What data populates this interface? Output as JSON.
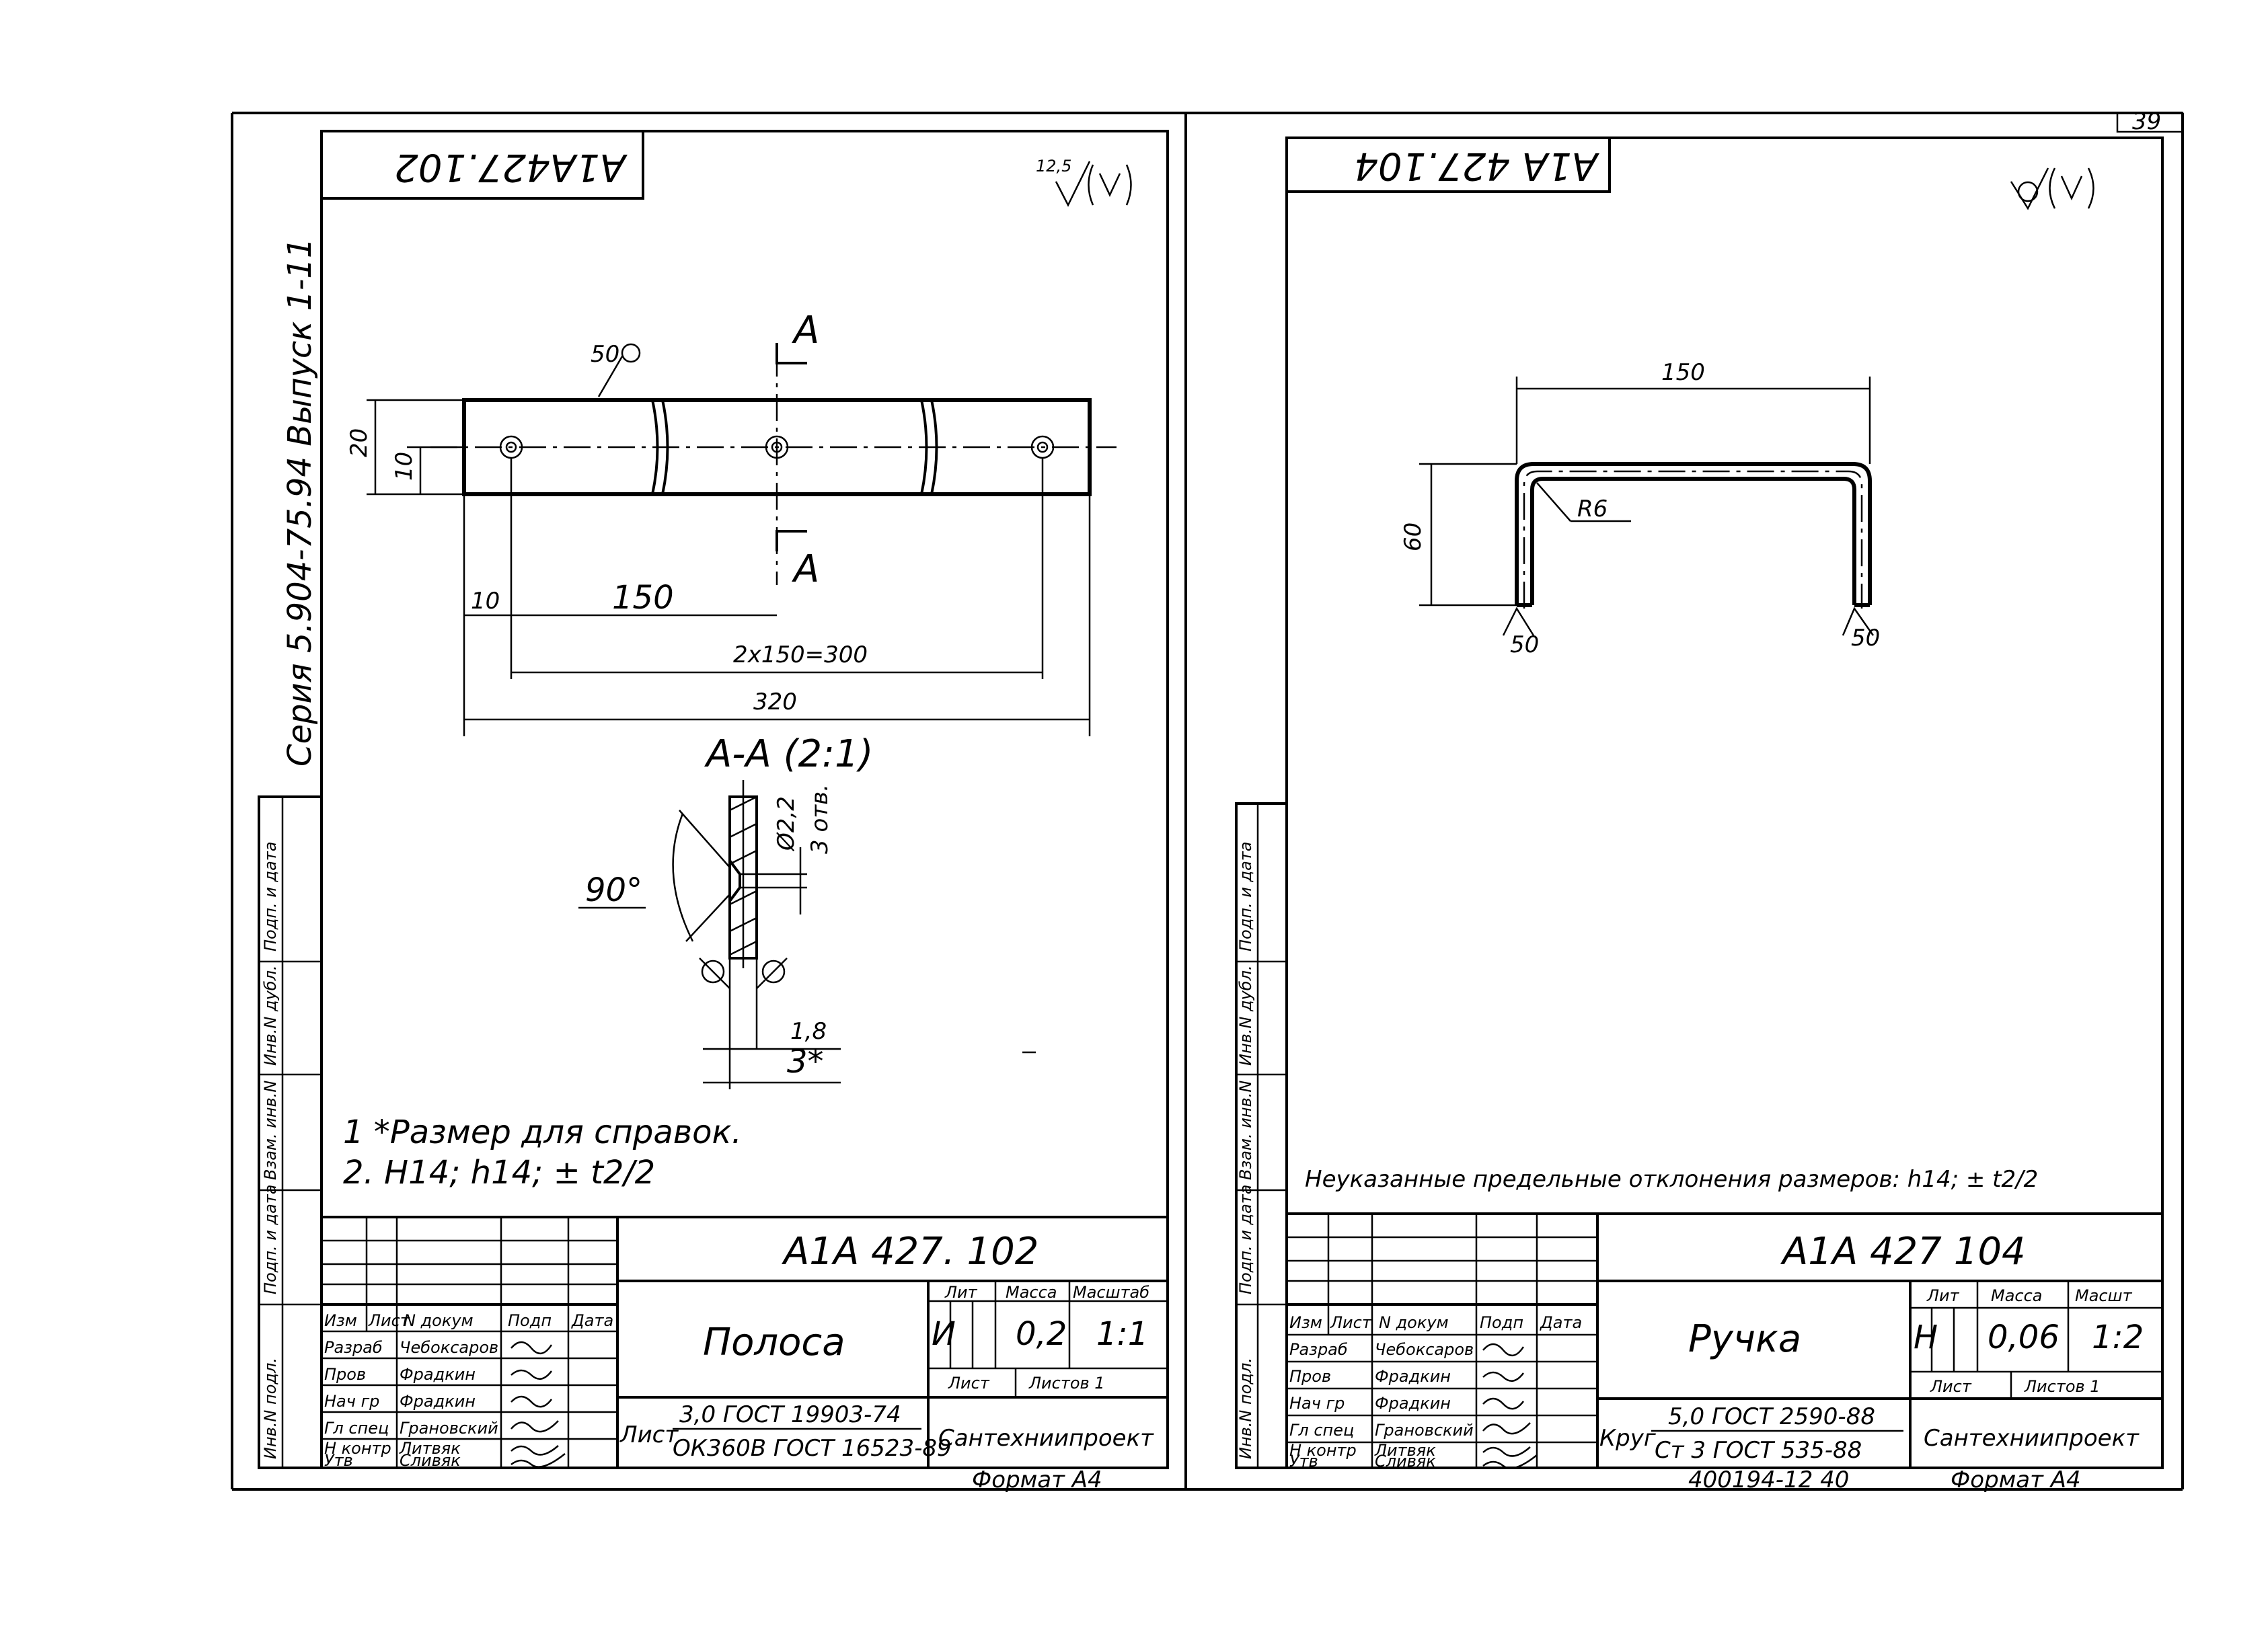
{
  "page_number": "39",
  "series_margin": "Серия 5.904-75.94  Выпуск 1-11",
  "side_stamp_labels": [
    "Инв.N подл.",
    "Подп. и дата",
    "Взам. инв.N",
    "Инв.N дубл.",
    "Подп. и дата"
  ],
  "left_sheet": {
    "rotated_code": "А1А427.102",
    "roughness_value": "12,5",
    "dims": {
      "weld_size": "50",
      "section_mark": "А",
      "height": "20",
      "hole_offset_y": "10",
      "edge_offset": "10",
      "pitch": "150",
      "holes_span": "2х150=300",
      "length": "320",
      "section_title": "А-А (2:1)",
      "angle": "90°",
      "hole_dia": "Ø2,2",
      "hole_count": "3 отв.",
      "thickness": "1,8",
      "ref_size": "3*"
    },
    "notes": [
      "1 *Размер для справок.",
      "2. Н14; h14; ± t2/2"
    ],
    "title_block": {
      "code": "А1А 427. 102",
      "name": "Полоса",
      "col_headers": [
        "Изм",
        "Лист",
        "N докум",
        "Подп",
        "Дата"
      ],
      "rows": [
        {
          "role": "Разраб",
          "name": "Чебоксаров"
        },
        {
          "role": "Пров",
          "name": "Фрадкин"
        },
        {
          "role": "Нач гр",
          "name": "Фрадкин"
        },
        {
          "role": "Гл спец",
          "name": "Грановский"
        },
        {
          "role": "Н контр",
          "name": "Литвяк"
        },
        {
          "role": "Утв",
          "name": "Сливяк"
        }
      ],
      "lit_label": "Лит",
      "mass_label": "Масса",
      "scale_label": "Масштаб",
      "lit_value": "И",
      "mass_value": "0,2",
      "scale_value": "1:1",
      "sheet_label": "Лист",
      "sheets_label": "Листов 1",
      "material_prefix": "Лист",
      "material_top": "3,0 ГОСТ 19903-74",
      "material_bottom": "ОК360В ГОСТ 16523-89",
      "org": "Сантехниипроект",
      "format": "Формат А4"
    }
  },
  "right_sheet": {
    "rotated_code": "А1А 427.104",
    "dims": {
      "width": "150",
      "height": "60",
      "radius": "R6",
      "weld_left": "50",
      "weld_right": "50"
    },
    "note": "Неуказанные предельные отклонения размеров: h14; ± t2/2",
    "title_block": {
      "code": "А1А 427 104",
      "name": "Ручка",
      "col_headers": [
        "Изм",
        "Лист",
        "N докум",
        "Подп",
        "Дата"
      ],
      "rows": [
        {
          "role": "Разраб",
          "name": "Чебоксаров"
        },
        {
          "role": "Пров",
          "name": "Фрадкин"
        },
        {
          "role": "Нач гр",
          "name": "Фрадкин"
        },
        {
          "role": "Гл спец",
          "name": "Грановский"
        },
        {
          "role": "Н контр",
          "name": "Литвяк"
        },
        {
          "role": "Утв",
          "name": "Сливяк"
        }
      ],
      "lit_label": "Лит",
      "mass_label": "Масса",
      "scale_label": "Масшт",
      "lit_value": "Н",
      "mass_value": "0,06",
      "scale_value": "1:2",
      "sheet_label": "Лист",
      "sheets_label": "Листов 1",
      "material_prefix": "Круг",
      "material_top": "5,0 ГОСТ 2590-88",
      "material_bottom": "Ст 3 ГОСТ 535-88",
      "org": "Сантехниипроект",
      "format": "Формат А4",
      "doc_number": "400194-12    40"
    }
  }
}
